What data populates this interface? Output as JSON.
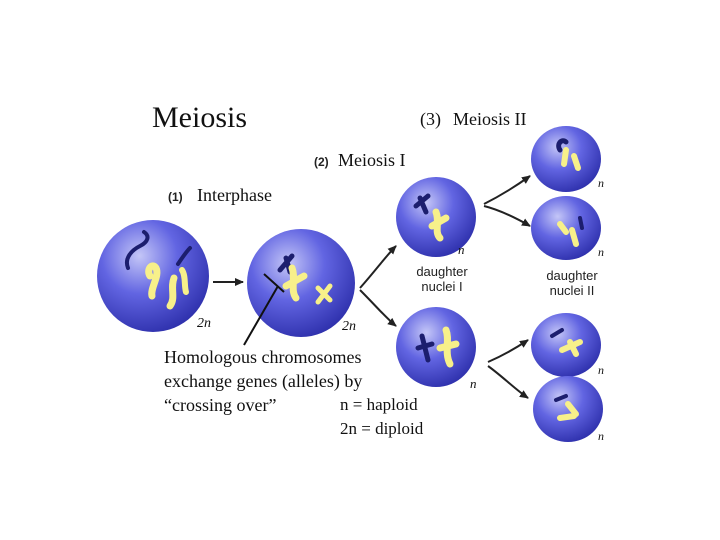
{
  "title": "Meiosis",
  "stages": {
    "interphase": {
      "number": "(1)",
      "label": "Interphase"
    },
    "meiosis1": {
      "number": "(2)",
      "label": "Meiosis I"
    },
    "meiosis2": {
      "number": "(3)",
      "label": "Meiosis II"
    }
  },
  "ploidy": {
    "diploid": "2n",
    "haploid": "n"
  },
  "labels": {
    "daughter_nuclei_1": [
      "daughter",
      "nuclei I"
    ],
    "daughter_nuclei_2": [
      "daughter",
      "nuclei II"
    ]
  },
  "annotation": {
    "lines": [
      "Homologous chromosomes",
      "exchange genes (alleles) by",
      "“crossing over”"
    ]
  },
  "legend": {
    "haploid": "n = haploid",
    "diploid": "2n = diploid"
  },
  "colors": {
    "cell_dark": "#2a2ca8",
    "cell_mid": "#5a5de0",
    "cell_light": "#b9bcf5",
    "chromosome_yellow": "#f7f08a",
    "chromosome_dark": "#1c1e6e",
    "arrow": "#222222"
  }
}
